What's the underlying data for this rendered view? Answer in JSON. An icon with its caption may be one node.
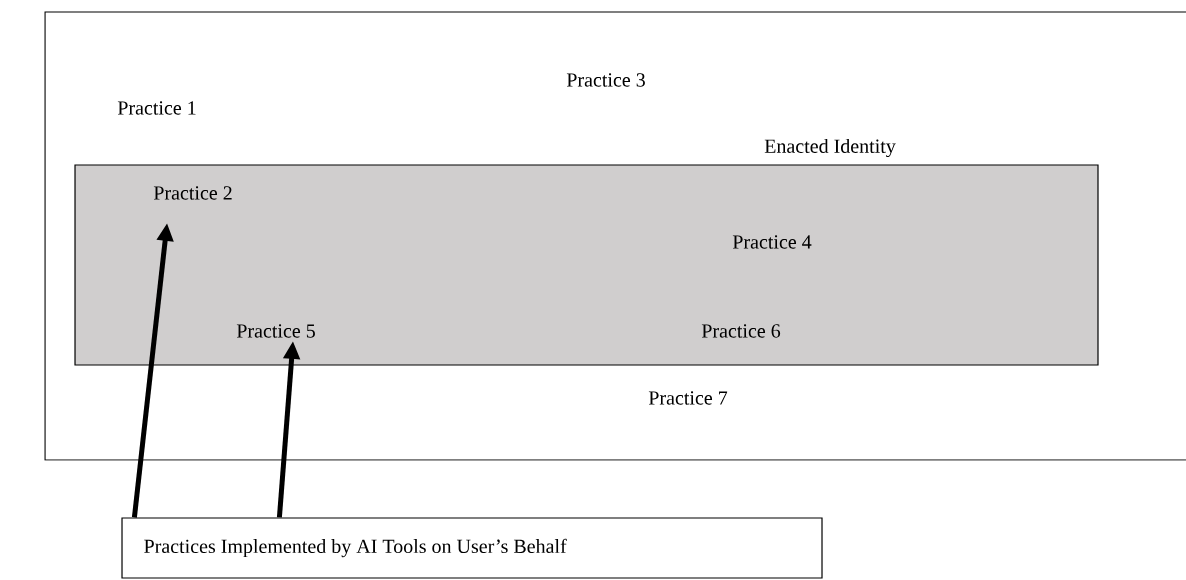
{
  "diagram": {
    "nodes": [
      {
        "text": [],
        "shape": "box"
      },
      {
        "text": [
          "Enacted Identity"
        ],
        "in": 0
      },
      {
        "text": [
          "Practice 2"
        ],
        "in": 1
      },
      {
        "text": [
          "Practice 5"
        ],
        "in": 1
      },
      {
        "text": [
          "Practices Implemented by AI Tools on User’s Behalf"
        ]
      }
    ],
    "edges": [
      {
        "from": 4,
        "to": 2,
        "arrow": "to"
      },
      {
        "from": 4,
        "to": 3,
        "arrow": "to"
      }
    ],
    "labels": [
      "Practice 1",
      "Practice 3",
      "Practice 4",
      "Practice 6",
      "Practice 7"
    ]
  }
}
